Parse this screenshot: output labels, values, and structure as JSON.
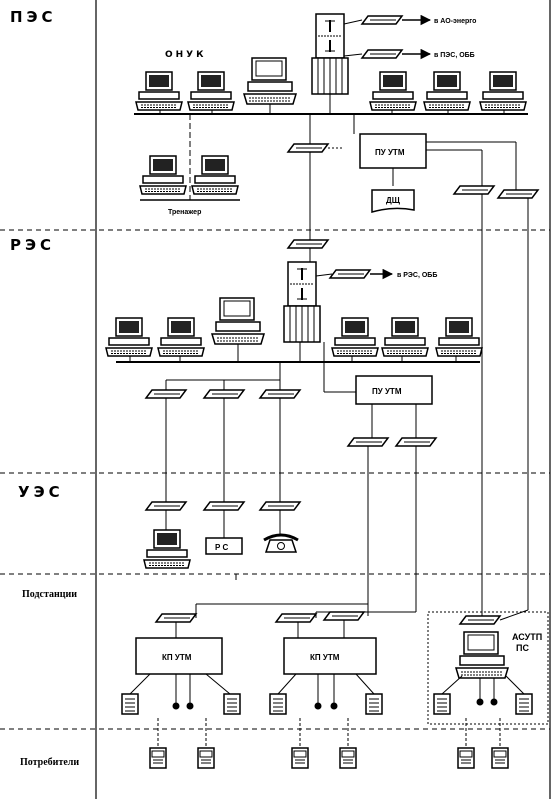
{
  "levels": {
    "pes": "ПЭС",
    "res": "РЭС",
    "ues": "УЭС",
    "substations": "Подстанции",
    "consumers": "Потребители"
  },
  "labels": {
    "to_ao_energo": "в АО-энерго",
    "to_pes_obb": "в ПЭС, ОББ",
    "to_res_obb": "в РЭС, ОББ",
    "onuk": "ОНУК",
    "trainer": "Тренажер",
    "dsh": "ДЩ",
    "pu_utm_top": "ПУ УТМ",
    "pu_utm_mid": "ПУ УТМ",
    "rs": "Р С",
    "kp_utm_left": "КП УТМ",
    "kp_utm_right": "КП УТМ",
    "asutp_line1": "АСУТП",
    "asutp_line2": "ПС"
  }
}
